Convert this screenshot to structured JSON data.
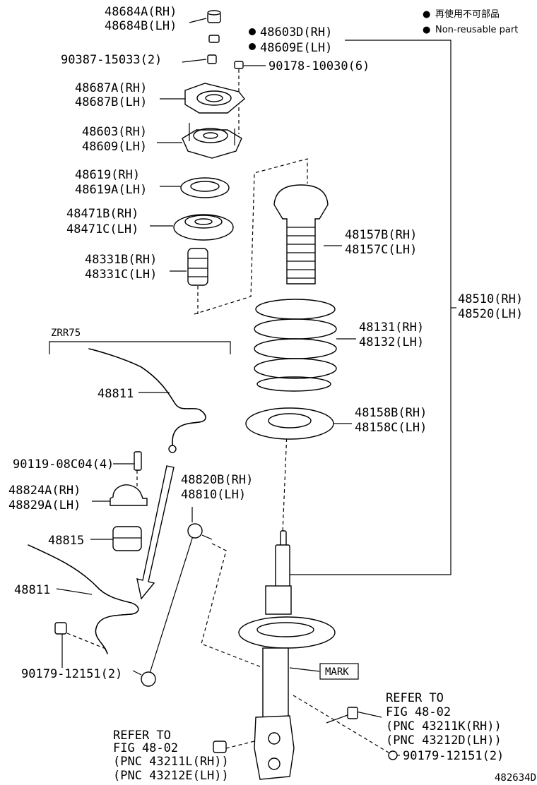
{
  "legend": {
    "bullet": "●",
    "japanese": "再使用不可部品",
    "english": "Non-reusable part"
  },
  "labels": {
    "p48684": [
      "48684A(RH)",
      "48684B(LH)"
    ],
    "p48603d": [
      "48603D(RH)",
      "48609E(LH)"
    ],
    "p90387": "90387-15033(2)",
    "p90178": "90178-10030(6)",
    "p48687": [
      "48687A(RH)",
      "48687B(LH)"
    ],
    "p48603": [
      "48603(RH)",
      "48609(LH)"
    ],
    "p48619": [
      "48619(RH)",
      "48619A(LH)"
    ],
    "p48471": [
      "48471B(RH)",
      "48471C(LH)"
    ],
    "p48331": [
      "48331B(RH)",
      "48331C(LH)"
    ],
    "p48157": [
      "48157B(RH)",
      "48157C(LH)"
    ],
    "p48510": [
      "48510(RH)",
      "48520(LH)"
    ],
    "p48131": [
      "48131(RH)",
      "48132(LH)"
    ],
    "zrr": "ZRR75",
    "p48811a": "48811",
    "p48158": [
      "48158B(RH)",
      "48158C(LH)"
    ],
    "p90119": "90119-08C04(4)",
    "p48820": [
      "48820B(RH)",
      "48810(LH)"
    ],
    "p48824": [
      "48824A(RH)",
      "48829A(LH)"
    ],
    "p48815": "48815",
    "p48811b": "48811",
    "p90179a": "90179-12151(2)",
    "mark": "MARK",
    "refer_right": [
      "REFER TO",
      "FIG 48-02",
      "(PNC 43211K(RH))",
      "(PNC 43212D(LH))"
    ],
    "refer_left": [
      "REFER TO",
      "FIG 48-02",
      "(PNC 43211L(RH))",
      "(PNC 43212E(LH))"
    ],
    "p90179b": "90179-12151(2)",
    "figure_id": "482634D"
  }
}
